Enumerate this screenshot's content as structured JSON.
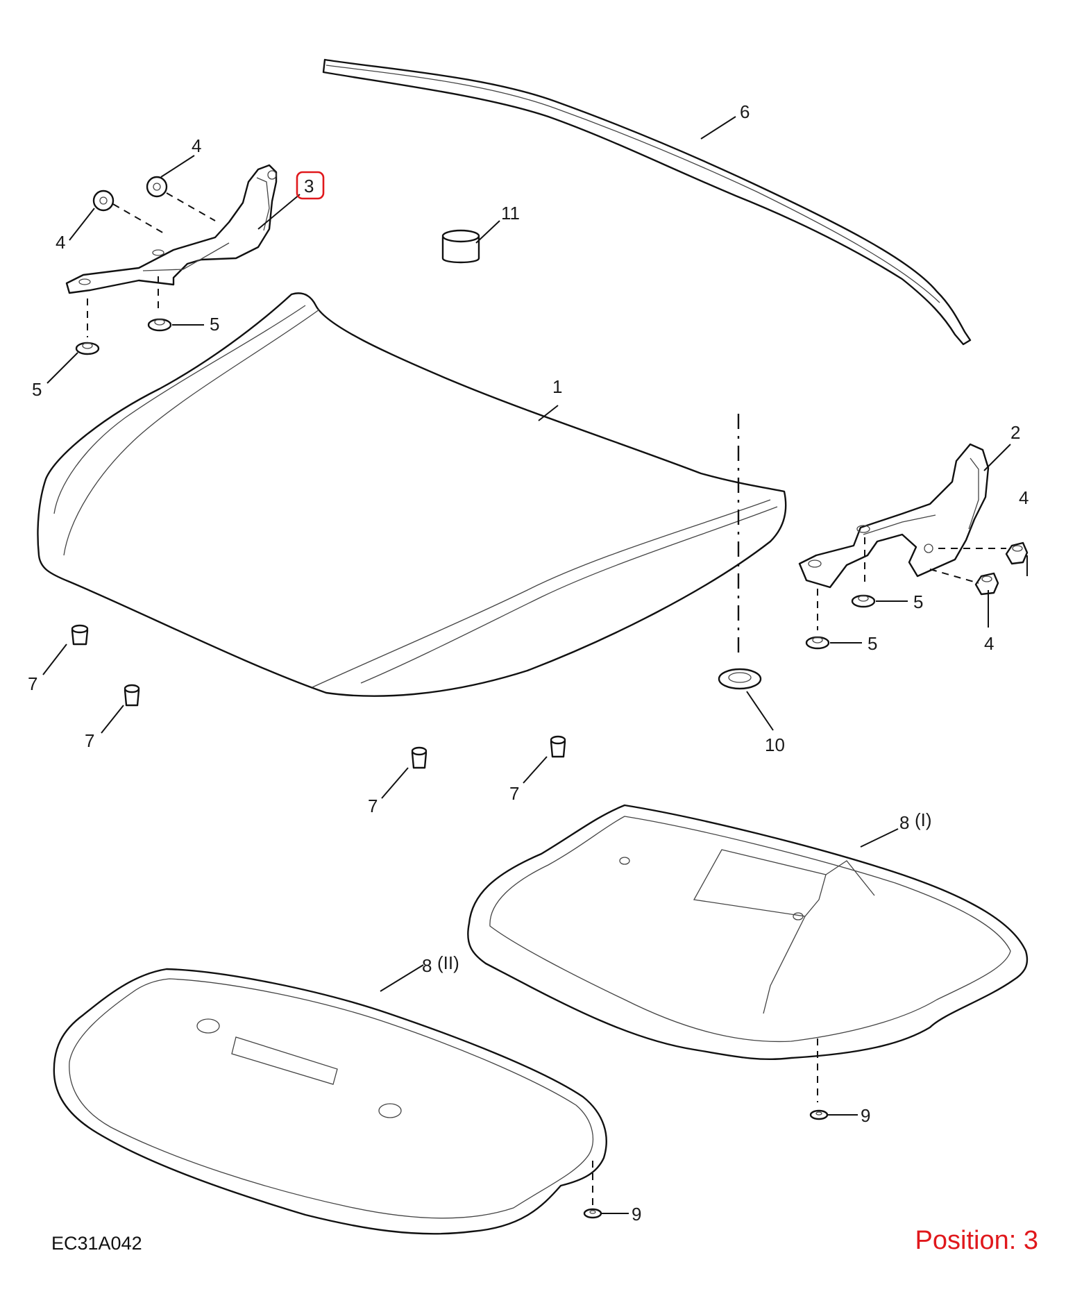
{
  "diagram": {
    "code": "EC31A042",
    "position_text": "Position: 3",
    "highlight_color": "#e0181c",
    "callouts": {
      "c1": "1",
      "c2": "2",
      "c3": "3",
      "c4a": "4",
      "c4b": "4",
      "c4c": "4",
      "c4d": "4",
      "c5a": "5",
      "c5b": "5",
      "c5c": "5",
      "c5d": "5",
      "c6": "6",
      "c7a": "7",
      "c7b": "7",
      "c7c": "7",
      "c7d": "7",
      "c8a": "8",
      "c8a_sub": "(I)",
      "c8b": "8",
      "c8b_sub": "(II)",
      "c9a": "9",
      "c9b": "9",
      "c10": "10",
      "c11": "11"
    }
  }
}
